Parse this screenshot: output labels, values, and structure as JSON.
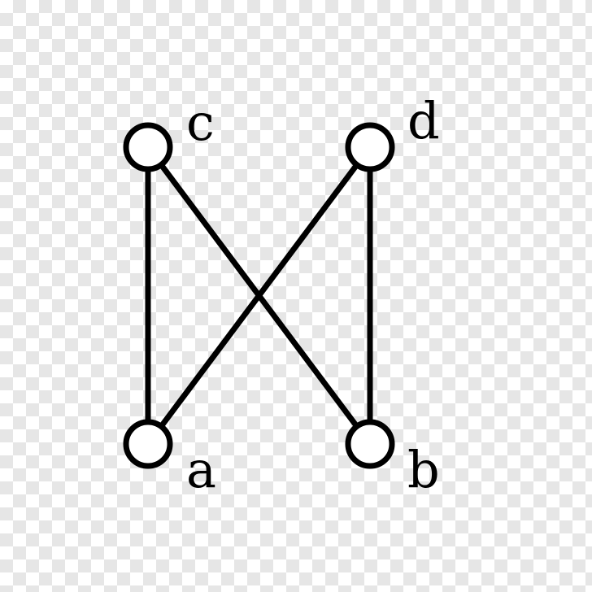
{
  "diagram": {
    "nodes": [
      {
        "id": "c",
        "label": "c"
      },
      {
        "id": "d",
        "label": "d"
      },
      {
        "id": "a",
        "label": "a"
      },
      {
        "id": "b",
        "label": "b"
      }
    ],
    "edges": [
      {
        "from": "c",
        "to": "a"
      },
      {
        "from": "c",
        "to": "b"
      },
      {
        "from": "d",
        "to": "a"
      },
      {
        "from": "d",
        "to": "b"
      }
    ],
    "colors": {
      "stroke": "#000000",
      "node_fill": "#ffffff"
    }
  }
}
